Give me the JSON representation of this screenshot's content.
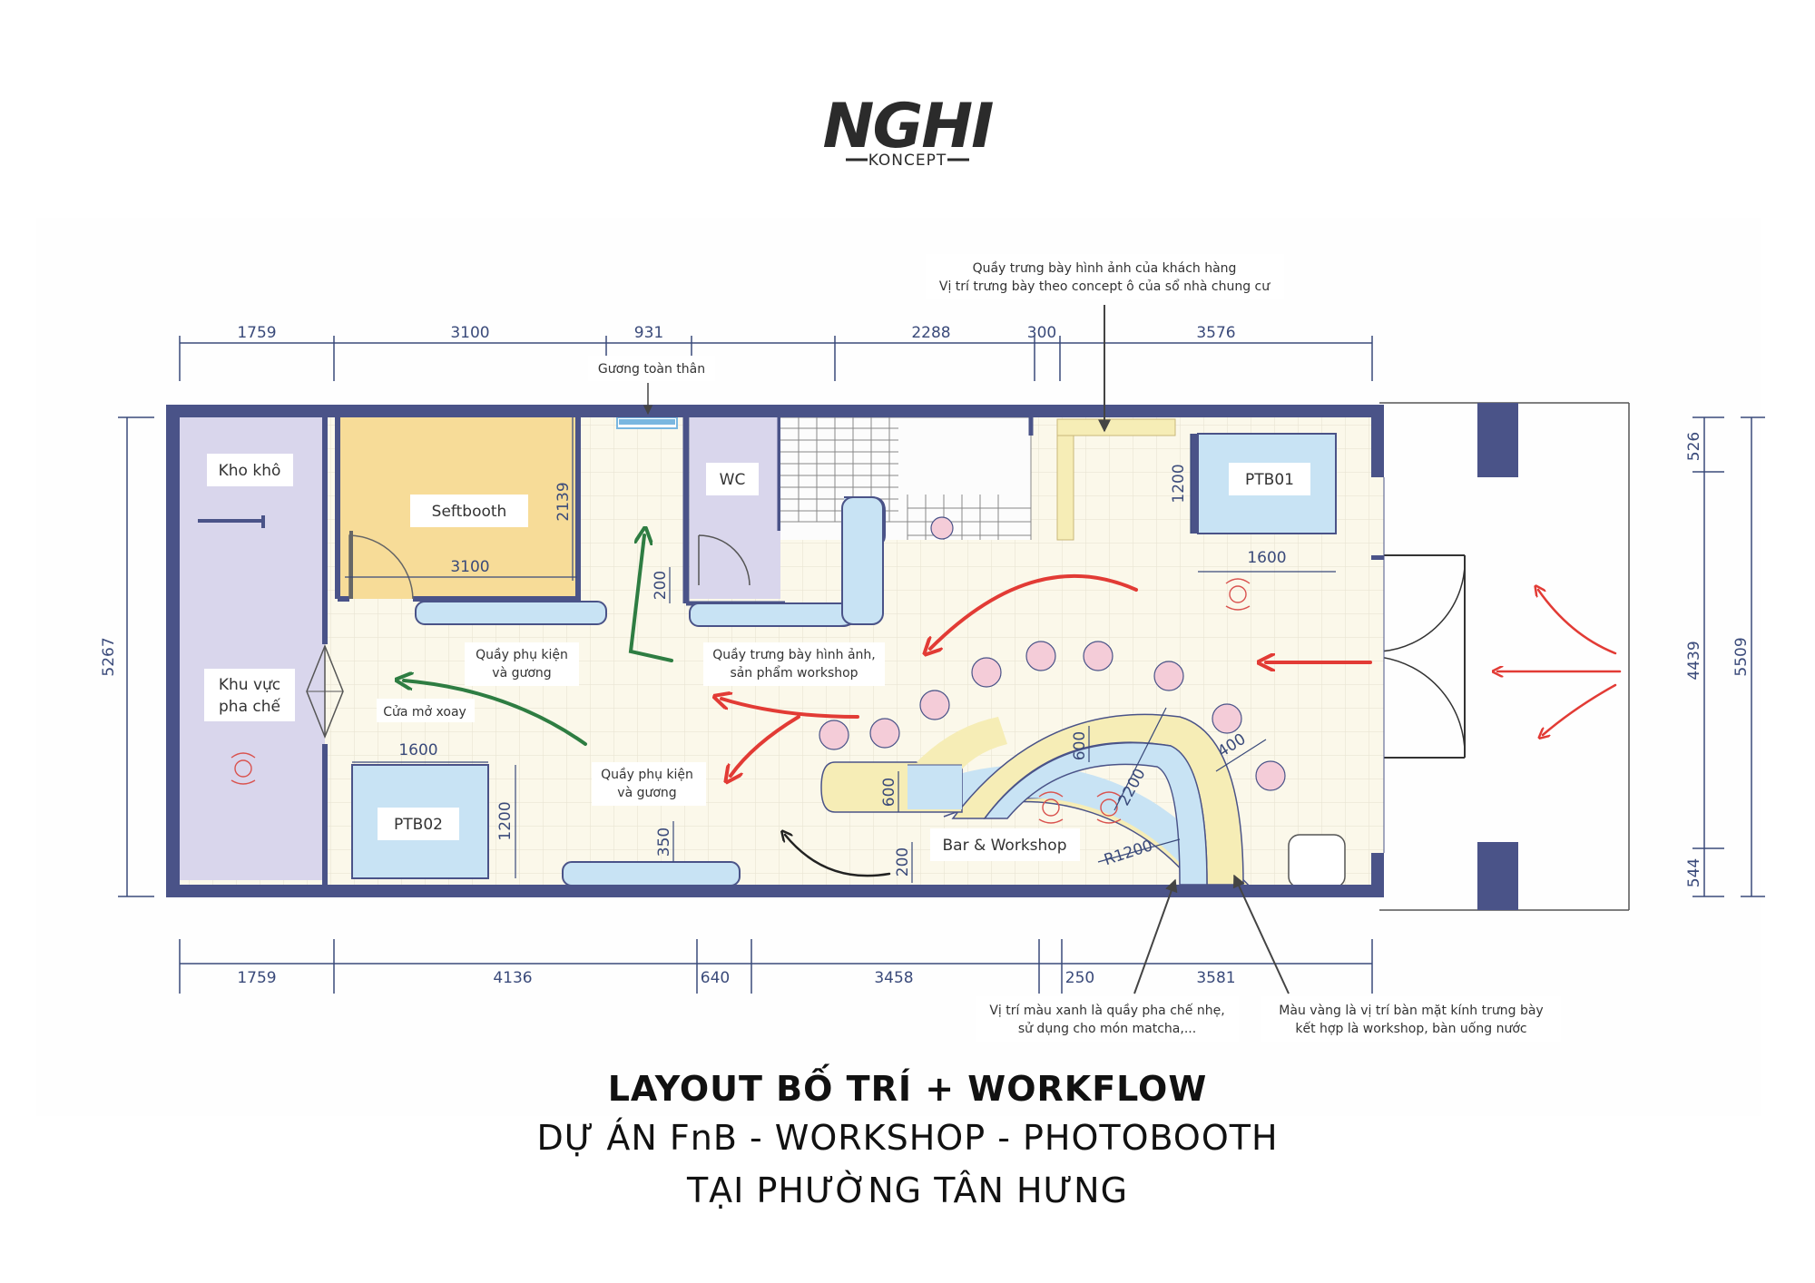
{
  "logo": {
    "main": "NGHI",
    "sub": "KONCEPT"
  },
  "dimensions": {
    "top": [
      "1759",
      "3100",
      "931",
      "2288",
      "300",
      "3576"
    ],
    "bottom": [
      "1759",
      "4136",
      "640",
      "3458",
      "250",
      "3581"
    ],
    "left": "5267",
    "right_inner": [
      "526",
      "4439",
      "544"
    ],
    "right_outer": "5509",
    "internal": {
      "seftbooth_height": "2139",
      "seftbooth_width": "3100",
      "wc_door": "200",
      "ptb01_height": "1200",
      "ptb01_width": "1600",
      "ptb02_width": "1600",
      "ptb02_height": "1200",
      "shelf_depth": "350",
      "bar_gap": "200",
      "bar_depth_a": "600",
      "bar_depth_b": "600",
      "bar_offset": "2200",
      "bar_ring": "400",
      "bar_radius": "R1200"
    }
  },
  "rooms": {
    "kho_kho": "Kho khô",
    "seftbooth": "Seftbooth",
    "wc": "WC",
    "ptb01": "PTB01",
    "ptb02": "PTB02",
    "khu_vuc_1": "Khu vực",
    "khu_vuc_2": "pha chế",
    "bar_workshop": "Bar & Workshop"
  },
  "labels": {
    "guong_toan_than": "Gương toàn thân",
    "cua_mo_xoay": "Cửa mở xoay",
    "quay_phu_kien_a1": "Quầy phụ kiện",
    "quay_phu_kien_a2": "và gương",
    "quay_trung_bay_1": "Quầy trưng bày hình ảnh,",
    "quay_trung_bay_2": "sản phẩm workshop",
    "quay_phu_kien_b1": "Quầy phụ kiện",
    "quay_phu_kien_b2": "và gương"
  },
  "callouts": {
    "top_1": "Quầy trưng bày hình ảnh của khách hàng",
    "top_2": "Vị trí trưng bày theo concept ô của sổ nhà chung cư",
    "bottom_left_1": "Vị trí màu xanh là quầy pha chế nhẹ,",
    "bottom_left_2": "sử dụng cho món matcha,...",
    "bottom_right_1": "Màu vàng là vị trí bàn mặt kính trưng bày",
    "bottom_right_2": "kết hợp là workshop, bàn uống nước"
  },
  "title": {
    "line1": "LAYOUT BỐ TRÍ + WORKFLOW",
    "line2": "DỰ ÁN FnB - WORKSHOP - PHOTOBOOTH",
    "line3": "TẠI PHƯỜNG TÂN HƯNG"
  },
  "colors": {
    "wall": "#4a5388",
    "floor": "#fbf8ea",
    "storage": "#d9d6ec",
    "seftbooth": "#f7dc98",
    "counter_blue": "#c8e3f4",
    "counter_yellow": "#f6edb6",
    "stool": "#f4ccd8",
    "flow_red": "#e23b35",
    "flow_green": "#2e7d42",
    "flow_black": "#222222"
  }
}
